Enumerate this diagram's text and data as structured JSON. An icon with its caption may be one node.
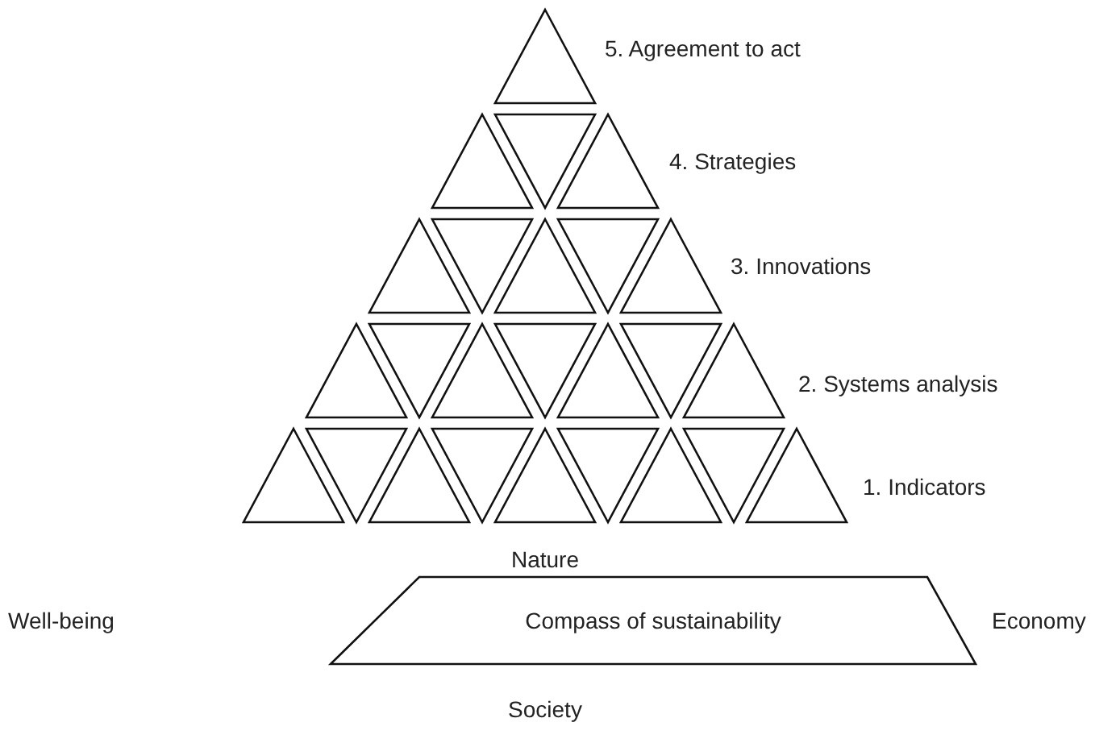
{
  "diagram": {
    "nodes": [
      {
        "text": [
          "Compass of sustainability"
        ]
      }
    ],
    "edges": [],
    "labels": [
      "5. Agreement to act",
      "4. Strategies",
      "3. Innovations",
      "2. Systems analysis",
      "1. Indicators",
      "Nature",
      "Well-being",
      "Economy",
      "Society"
    ]
  }
}
